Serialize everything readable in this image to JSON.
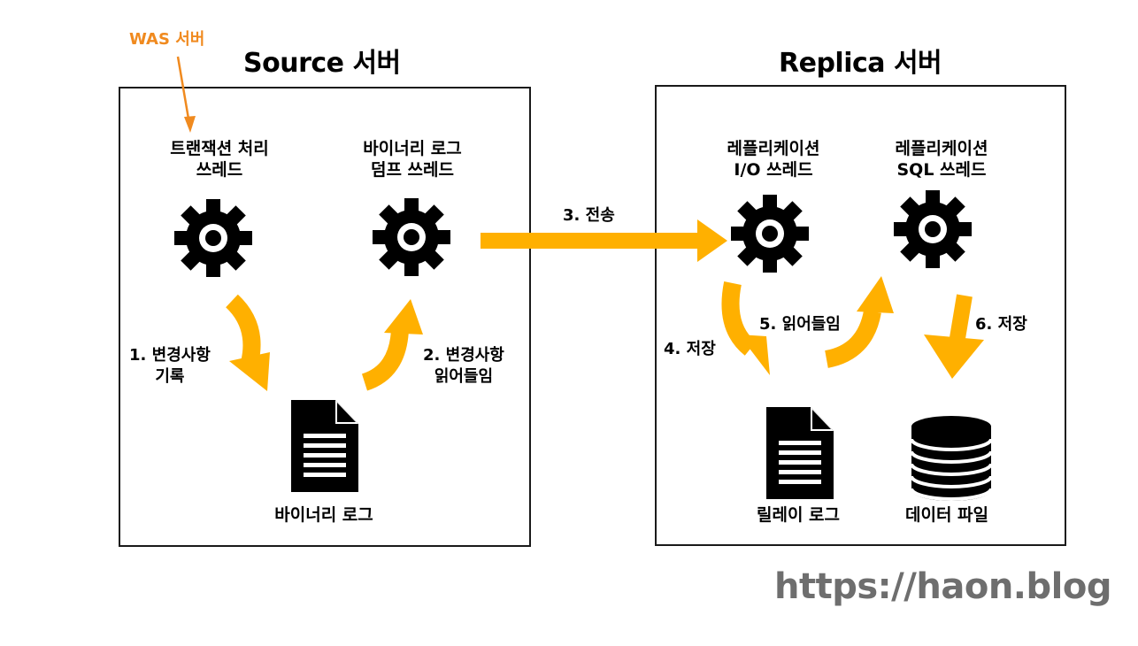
{
  "source_server": {
    "title": "Source 서버",
    "was_annotation": "WAS 서버",
    "threads": [
      {
        "line1": "트랜잭션 처리",
        "line2": "쓰레드",
        "icon": "gear-icon"
      },
      {
        "line1": "바이너리 로그",
        "line2": "덤프 쓰레드",
        "icon": "gear-icon"
      }
    ],
    "log": {
      "label": "바이너리 로그",
      "icon": "document-icon"
    },
    "steps": [
      {
        "line1": "1. 변경사항",
        "line2": "기록"
      },
      {
        "line1": "2. 변경사항",
        "line2": "읽어들임"
      }
    ]
  },
  "transfer": {
    "label": "3. 전송"
  },
  "replica_server": {
    "title": "Replica 서버",
    "threads": [
      {
        "line1": "레플리케이션",
        "line2": "I/O 쓰레드",
        "icon": "gear-icon"
      },
      {
        "line1": "레플리케이션",
        "line2": "SQL 쓰레드",
        "icon": "gear-icon"
      }
    ],
    "relay_log": {
      "label": "릴레이 로그",
      "icon": "document-icon"
    },
    "data_file": {
      "label": "데이터 파일",
      "icon": "database-icon"
    },
    "steps": [
      {
        "label": "4. 저장"
      },
      {
        "label": "5. 읽어들임"
      },
      {
        "label": "6. 저장"
      }
    ]
  },
  "footer": {
    "url": "https://haon.blog"
  },
  "colors": {
    "arrow": "#ffb000",
    "annotation": "#f08a1f",
    "border": "#1a1a1a",
    "footer": "#6e6e6e"
  }
}
